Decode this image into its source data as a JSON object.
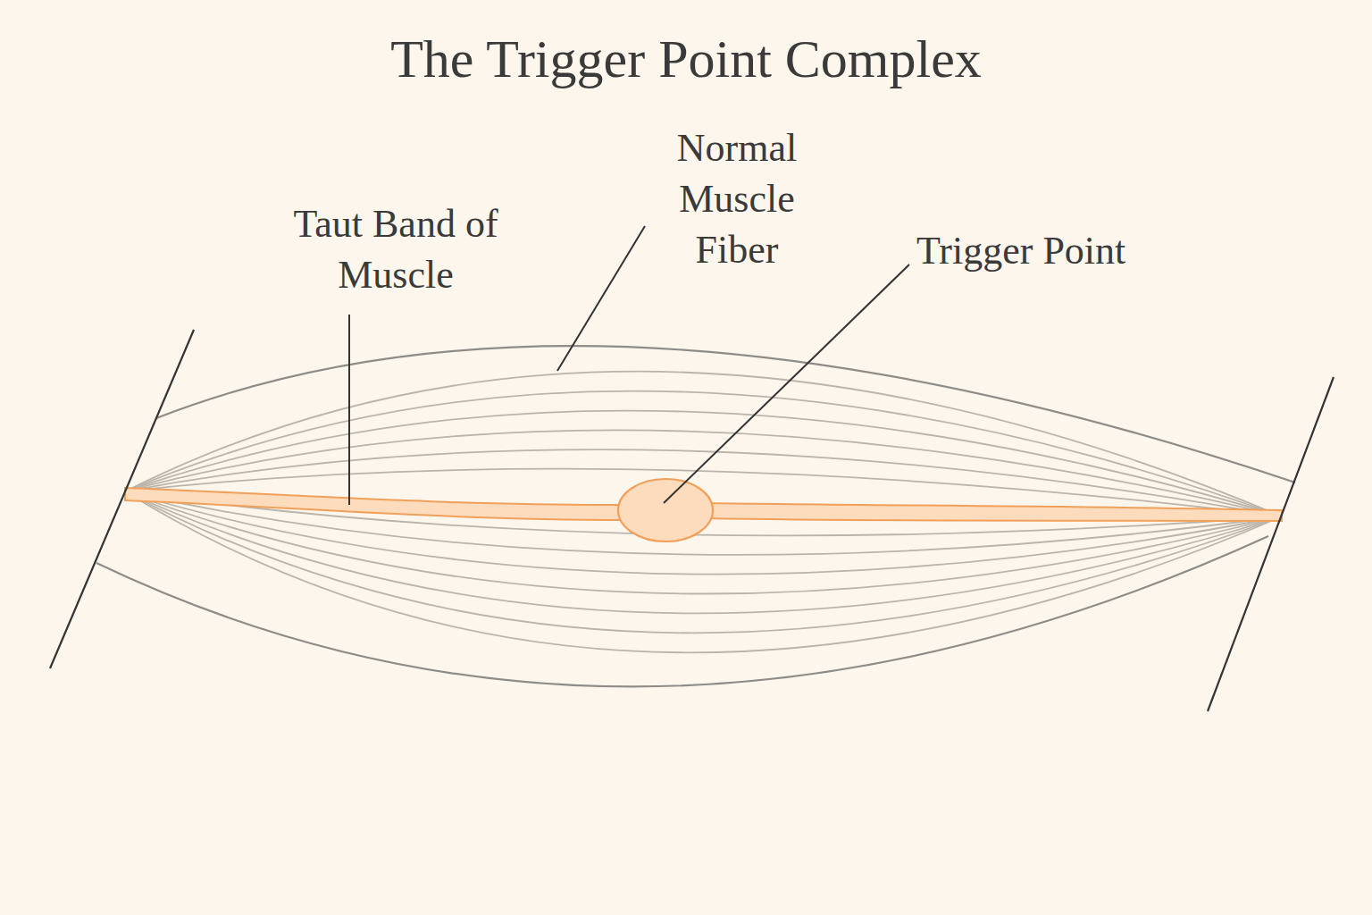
{
  "diagram": {
    "title": "The Trigger Point Complex",
    "labels": [
      "Taut Band of Muscle",
      "Normal Muscle Fiber",
      "Trigger Point"
    ]
  }
}
